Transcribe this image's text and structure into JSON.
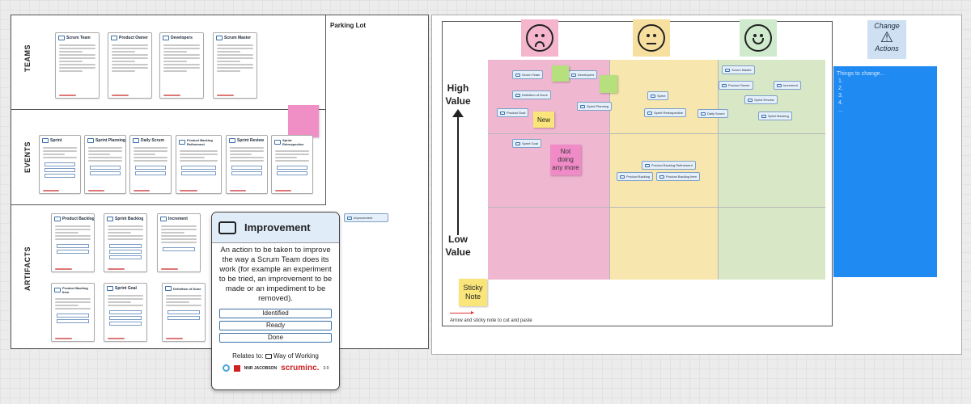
{
  "left_board": {
    "row_labels": [
      "TEAMS",
      "EVENTS",
      "ARTIFACTS"
    ],
    "parking_lot": "Parking Lot",
    "team_cards": [
      "Scrum Team",
      "Product Owner",
      "Developers",
      "Scrum Master"
    ],
    "event_cards": [
      "Sprint",
      "Sprint Planning",
      "Daily Scrum",
      "Product Backlog Refinement",
      "Sprint Review",
      "Sprint Retrospective"
    ],
    "artifact_cards": [
      "Product Backlog",
      "Sprint Backlog",
      "Increment",
      "Product Backlog Item",
      "Sprint Goal",
      "Definition of Done"
    ],
    "parking_item": "Improvement"
  },
  "improvement_card": {
    "title": "Improvement",
    "description": "An action to be taken to improve the way a Scrum Team does its work (for example an experiment to be tried, an improvement to be made or an impediment to be removed).",
    "states": [
      "Identified",
      "Ready",
      "Done"
    ],
    "relates_to": "Relates to:",
    "relates_item": "Way of Working",
    "logo_nj": "NNR JACOBSON",
    "logo_si": "scruminc.",
    "version": "3.0"
  },
  "matrix": {
    "high_value": [
      "High",
      "Value"
    ],
    "low_value": [
      "Low",
      "Value"
    ],
    "change_actions": [
      "Change",
      "Actions"
    ],
    "sticky_note": [
      "Sticky",
      "Note"
    ],
    "caption": "Arrow and sticky note to cut and paste",
    "things_title": "Things to change...",
    "things_items": [
      "1.",
      "2.",
      "3.",
      "4.",
      "..."
    ],
    "pink_tags": [
      "Scrum Team",
      "Developers",
      "Definition of Done",
      "Product Goal",
      "Sprint Goal"
    ],
    "yellow_tags": [
      "Sprint Planning",
      "Sprint",
      "Sprint Retrospective",
      "Product Backlog Refinement",
      "Product Backlog",
      "Product Backlog Item"
    ],
    "green_tags": [
      "Scrum Master",
      "Product Owner",
      "Increment",
      "Sprint Review",
      "Daily Scrum",
      "Sprint Backlog"
    ],
    "new_note": "New",
    "not_doing": [
      "Not",
      "doing",
      "any more"
    ]
  }
}
